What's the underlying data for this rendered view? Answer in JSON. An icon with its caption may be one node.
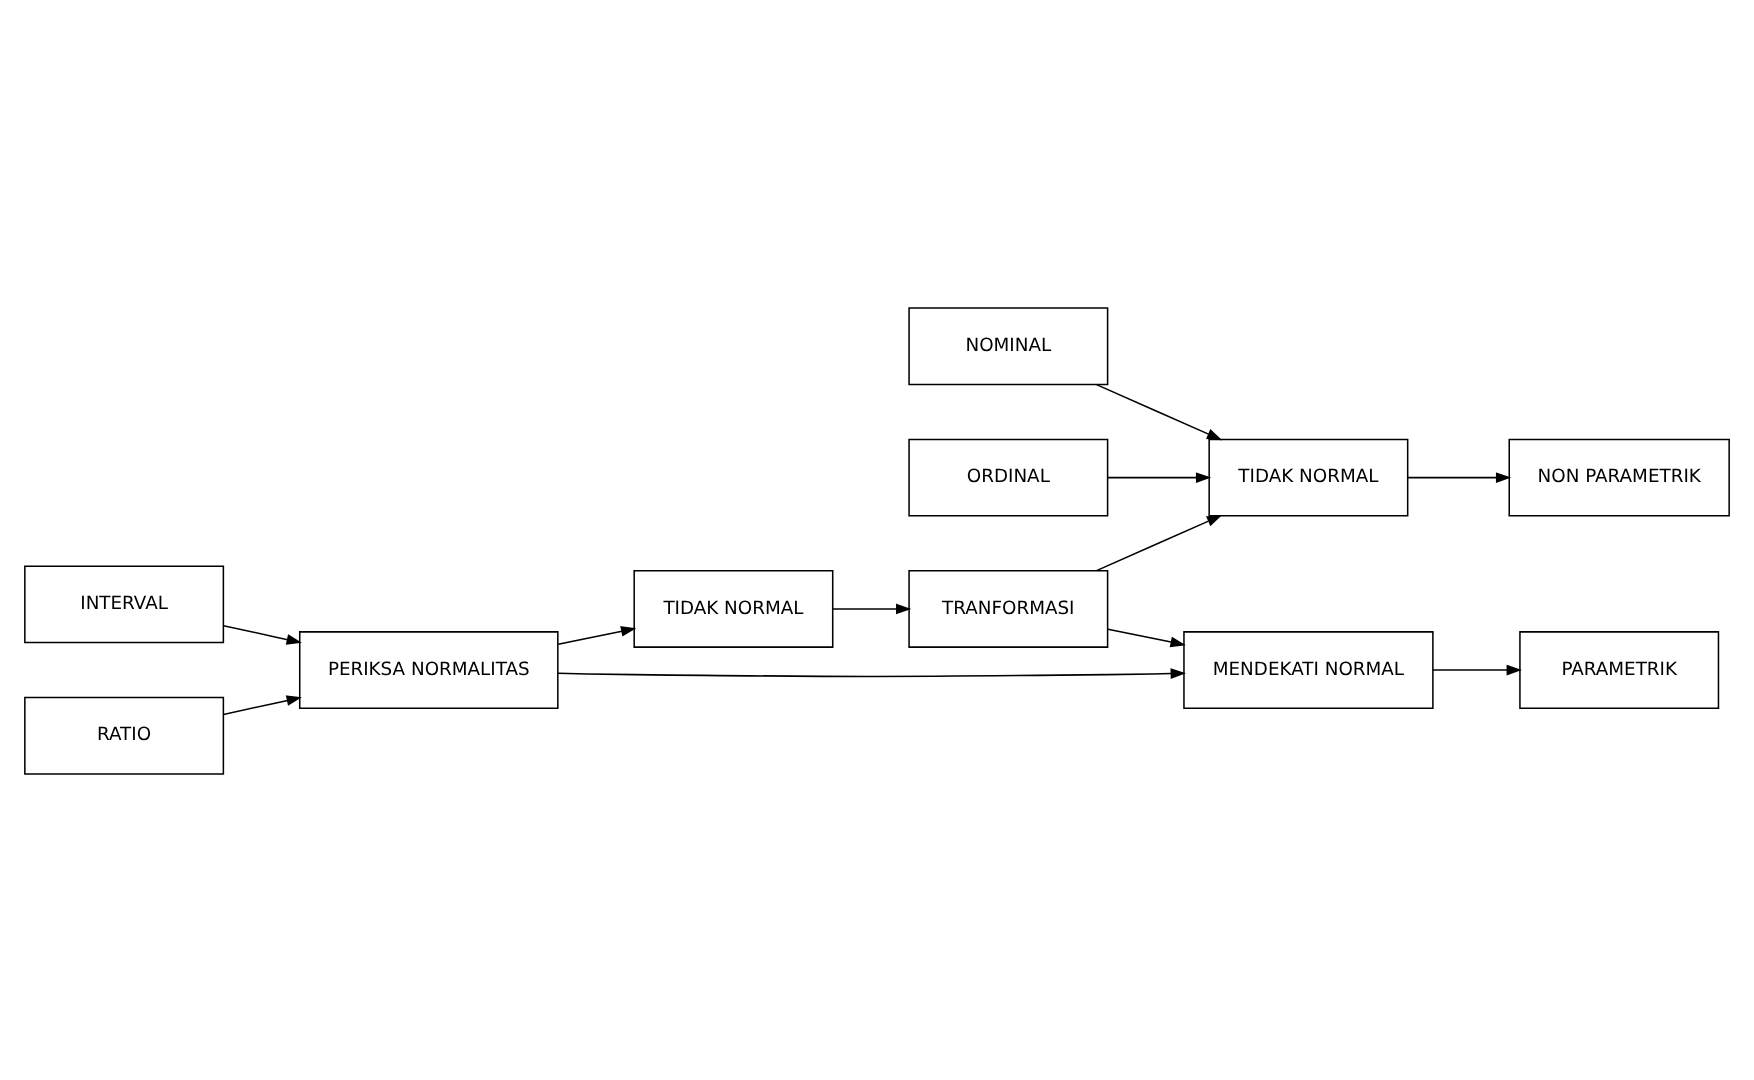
{
  "diagram": {
    "nodes": [
      {
        "text": [
          "NOMINAL"
        ]
      },
      {
        "text": [
          "ORDINAL"
        ]
      },
      {
        "text": [
          "TIDAK NORMAL"
        ]
      },
      {
        "text": [
          "NON PARAMETRIK"
        ]
      },
      {
        "text": [
          "TIDAK NORMAL"
        ]
      },
      {
        "text": [
          "TRANFORMASI"
        ]
      },
      {
        "text": [
          "INTERVAL"
        ]
      },
      {
        "text": [
          "PERIKSA NORMALITAS"
        ]
      },
      {
        "text": [
          "MENDEKATI NORMAL"
        ]
      },
      {
        "text": [
          "RATIO"
        ]
      },
      {
        "text": [
          "PARAMETRIK"
        ]
      }
    ],
    "edges": [
      {
        "from": 0,
        "to": 2,
        "arrow": "to"
      },
      {
        "from": 1,
        "to": 2,
        "arrow": "to"
      },
      {
        "from": 2,
        "to": 3,
        "arrow": "to"
      },
      {
        "from": 4,
        "to": 5,
        "arrow": "to"
      },
      {
        "from": 5,
        "to": 2,
        "arrow": "to"
      },
      {
        "from": 5,
        "to": 8,
        "arrow": "to"
      },
      {
        "from": 6,
        "to": 7,
        "arrow": "to"
      },
      {
        "from": 9,
        "to": 7,
        "arrow": "to"
      },
      {
        "from": 7,
        "to": 4,
        "arrow": "to"
      },
      {
        "from": 7,
        "to": 8,
        "arrow": "to"
      },
      {
        "from": 8,
        "to": 10,
        "arrow": "to"
      }
    ]
  }
}
